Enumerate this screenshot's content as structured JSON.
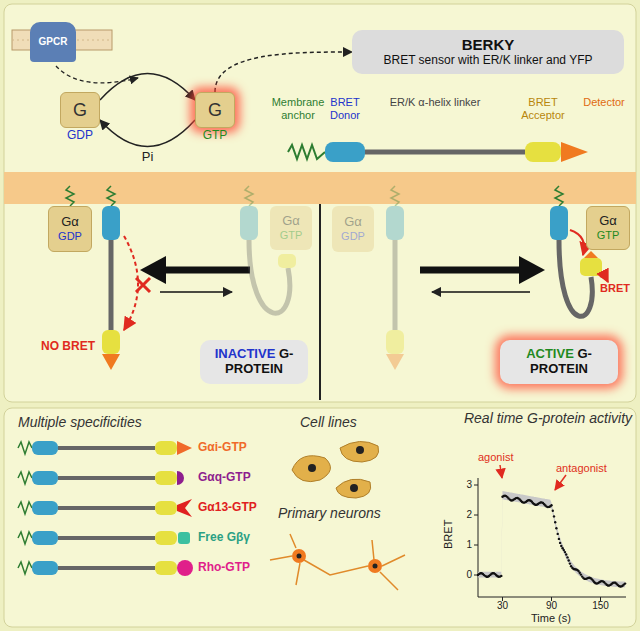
{
  "diagram": {
    "nodes": [
      {
        "text": [
          "GPCR"
        ]
      },
      {
        "text": [
          "G",
          "GDP"
        ]
      },
      {
        "text": [
          "G",
          "GTP"
        ]
      },
      {
        "text": [
          "BERKY",
          "BRET sensor with ER/K linker and YFP"
        ]
      },
      {
        "text": [
          "Gα",
          "GDP"
        ]
      },
      {
        "text": [
          "Gα",
          "GTP"
        ]
      },
      {
        "text": [
          "INACTIVE G-PROTEIN"
        ]
      },
      {
        "text": [
          "Gα",
          "GDP"
        ]
      },
      {
        "text": [
          "Gα",
          "GTP"
        ]
      },
      {
        "text": [
          "ACTIVE G-PROTEIN"
        ]
      }
    ],
    "edges": [
      {
        "from": 1,
        "to": 2,
        "arrow": "to"
      },
      {
        "from": 2,
        "to": 1,
        "label": "Pi",
        "arrow": "to"
      },
      {
        "from": 2,
        "to": 3,
        "arrow": "to"
      }
    ],
    "labels": [
      "Membrane anchor",
      "BRET Donor",
      "ER/K α-helix linker",
      "BRET Acceptor",
      "Detector",
      "NO BRET",
      "BRET",
      "Multiple specificities",
      "Gαi-GTP",
      "Gαq-GTP",
      "Gα13-GTP",
      "Free Gβγ",
      "Rho-GTP",
      "Cell lines",
      "Primary neurons",
      "Real time G-protein activity",
      "agonist",
      "antagonist",
      "BRET",
      "Time (s)",
      "0",
      "1",
      "2",
      "3",
      "30",
      "90",
      "150"
    ]
  }
}
